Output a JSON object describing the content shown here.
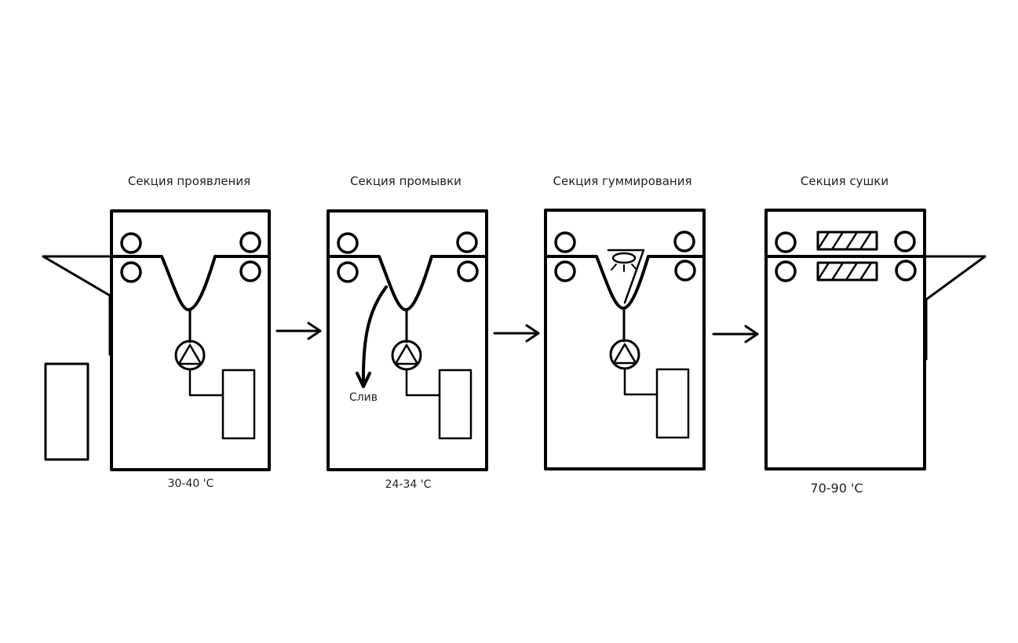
{
  "sections": [
    {
      "title": "Секция проявления",
      "temperature": "30-40 'C"
    },
    {
      "title": "Секция промывки",
      "temperature": "24-34 'C",
      "drain_label": "Слив"
    },
    {
      "title": "Секция гуммирования",
      "temperature": ""
    },
    {
      "title": "Секция сушки",
      "temperature": "70-90 'C"
    }
  ]
}
